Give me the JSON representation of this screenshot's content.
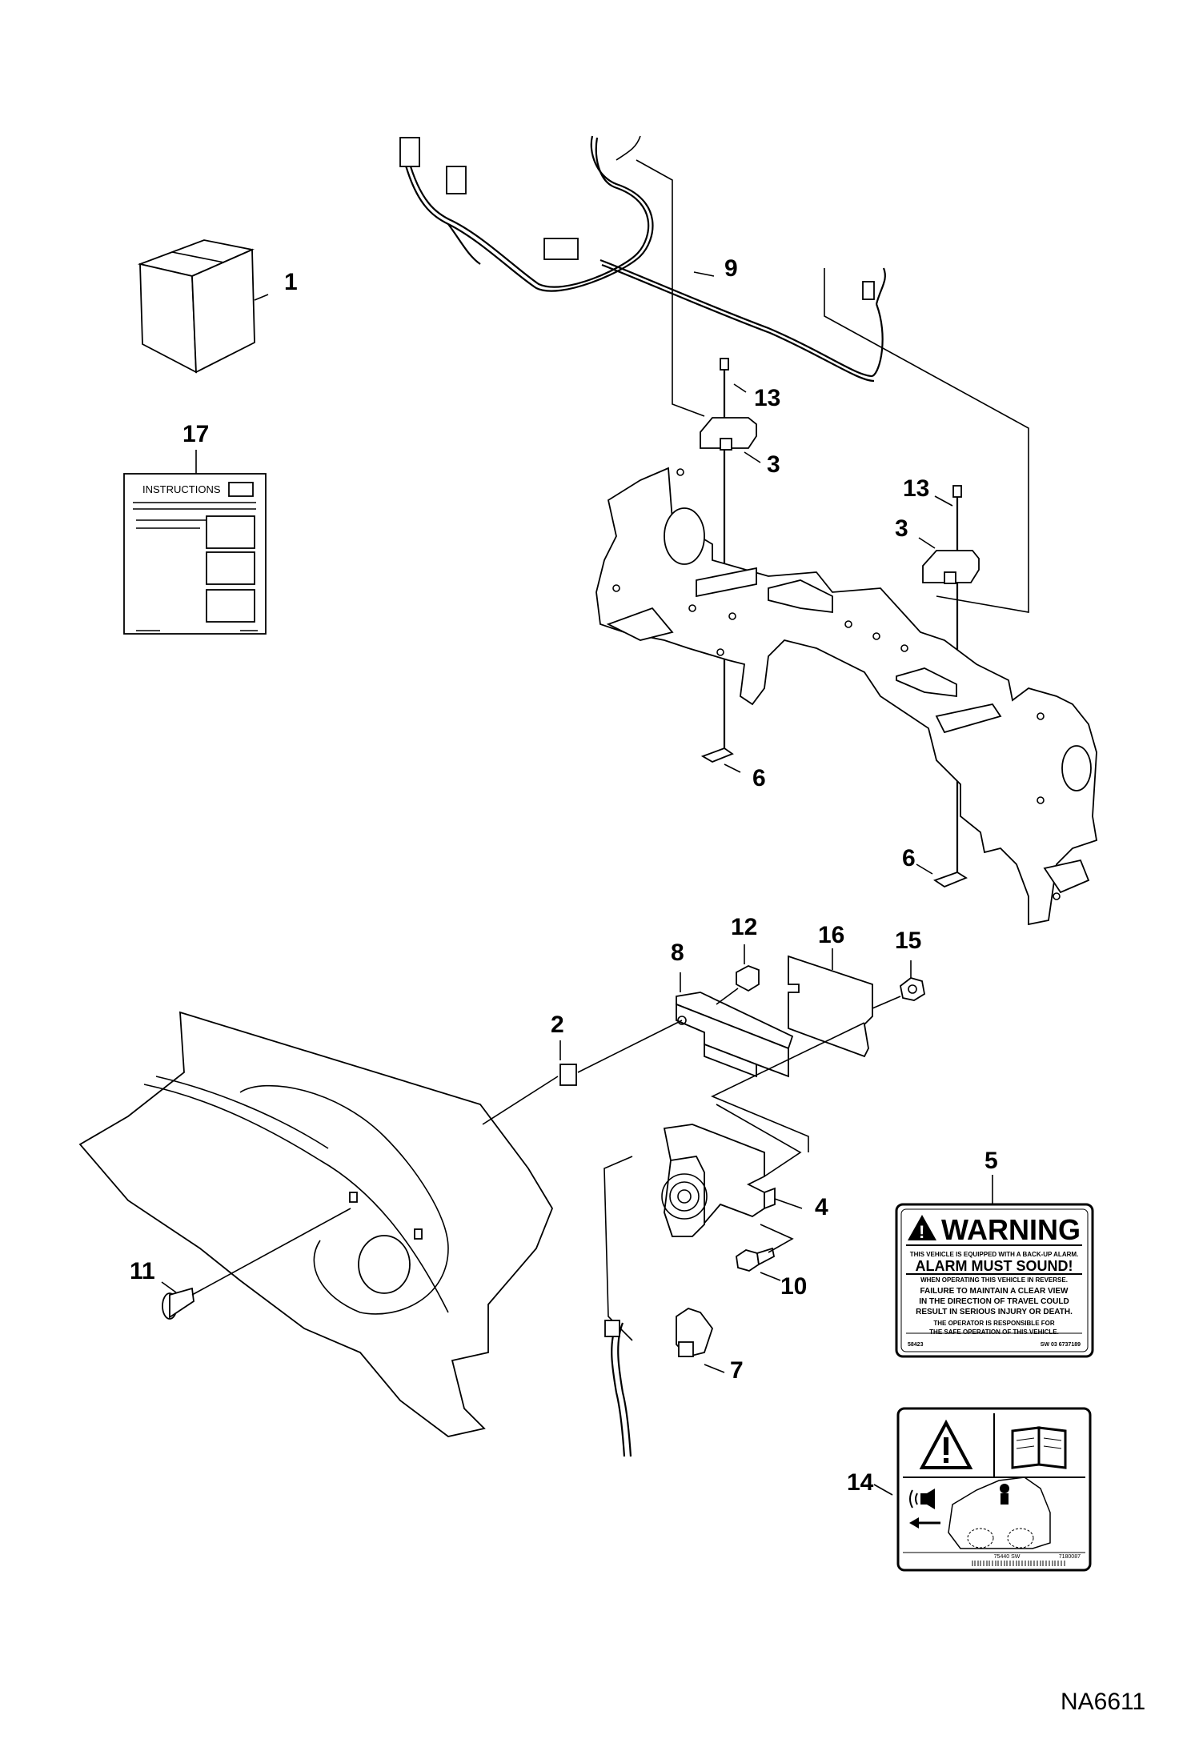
{
  "callouts": [
    "1",
    "2",
    "3",
    "3",
    "4",
    "5",
    "6",
    "6",
    "7",
    "8",
    "9",
    "10",
    "11",
    "12",
    "13",
    "13",
    "14",
    "15",
    "16",
    "17"
  ],
  "instructions_sheet": {
    "title": "INSTRUCTIONS"
  },
  "warning_decal": {
    "heading": "WARNING",
    "subheading": "ALARM MUST SOUND!",
    "line1": "THIS VEHICLE IS EQUIPPED WITH A BACK-UP ALARM.",
    "line2": "WHEN OPERATING THIS VEHICLE IN REVERSE.",
    "line3": "FAILURE TO MAINTAIN A CLEAR VIEW",
    "line4": "IN THE DIRECTION OF TRAVEL COULD",
    "line5": "RESULT IN SERIOUS INJURY OR DEATH.",
    "line6": "THE OPERATOR IS RESPONSIBLE FOR",
    "line7": "THE SAFE OPERATION OF THIS VEHICLE.",
    "code_left": "58423",
    "code_right": "SW 03 6737189"
  },
  "pictorial_decal": {
    "code_left": "75440 SW",
    "code_right": "7180087",
    "icons": [
      "warning-triangle-icon",
      "manual-book-icon",
      "alarm-speaker-icon",
      "reverse-arrow-icon",
      "loader-icon"
    ]
  },
  "drawing_code": "NA6611"
}
